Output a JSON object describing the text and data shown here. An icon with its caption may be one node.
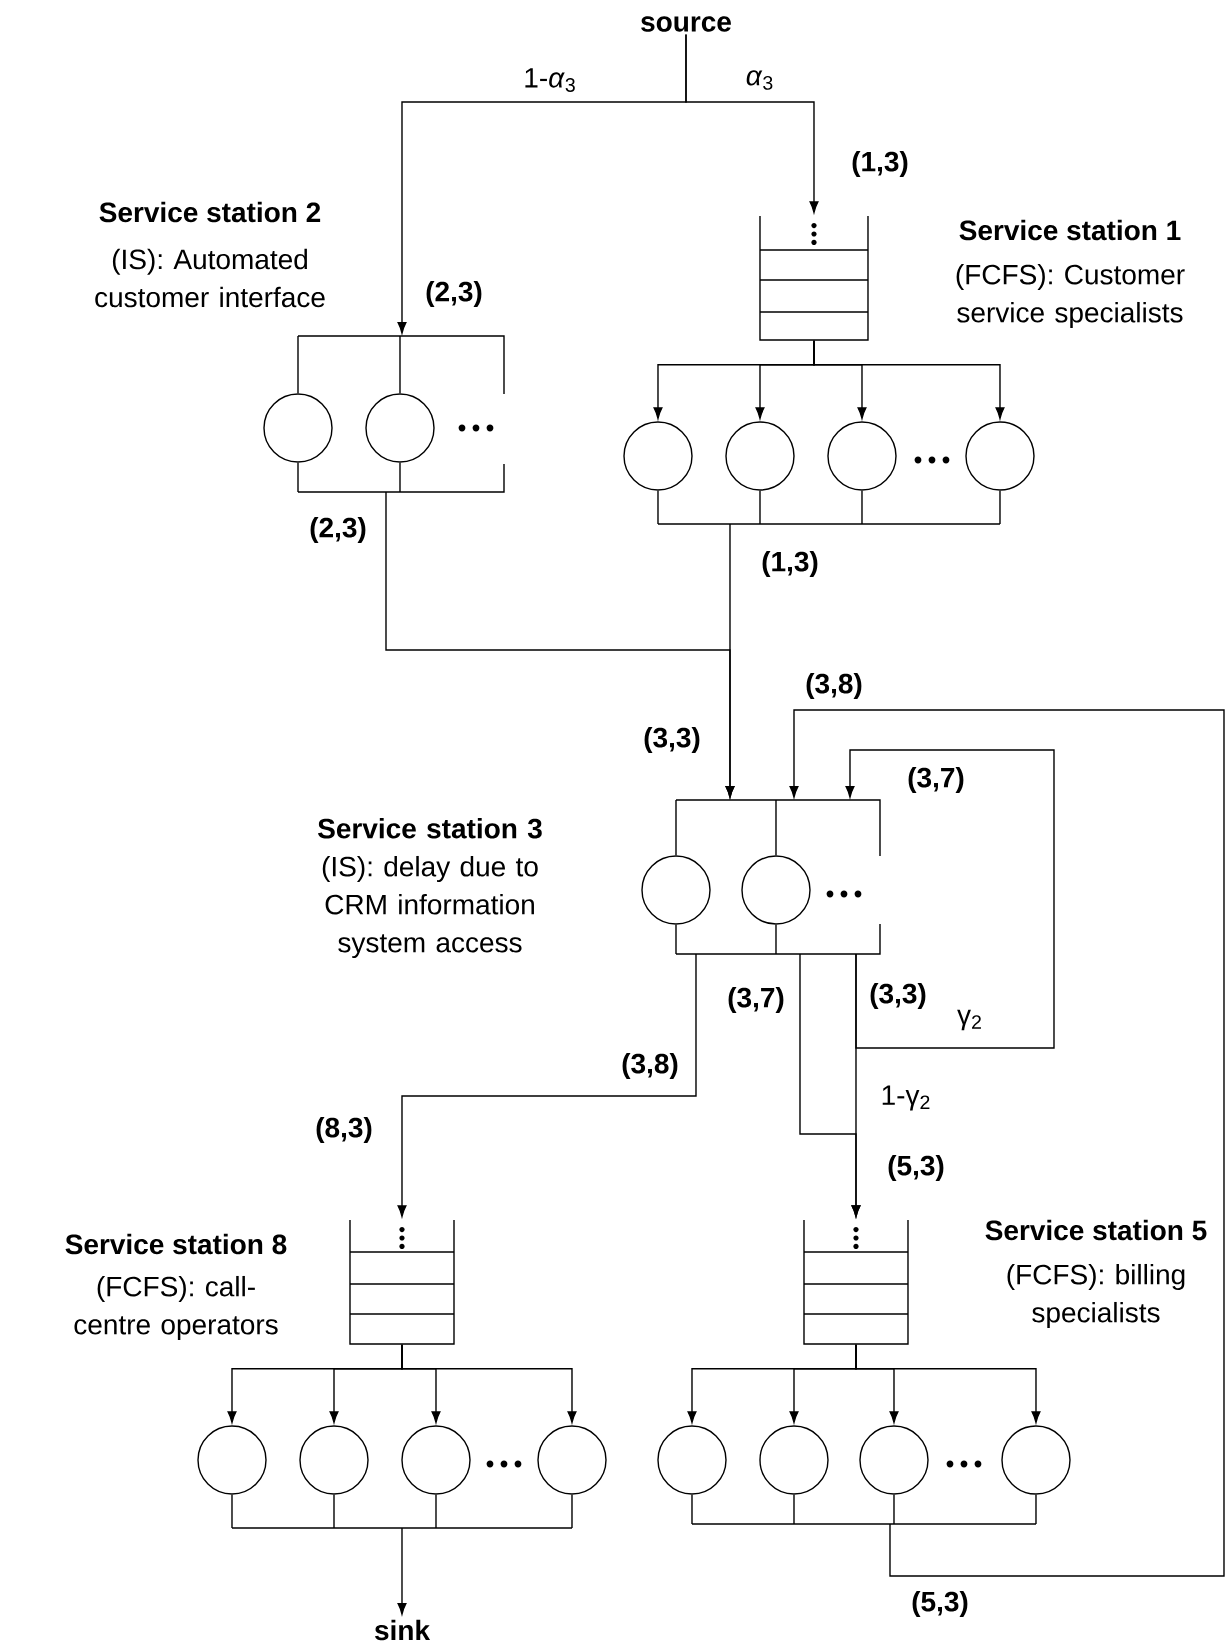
{
  "diagram": {
    "nodes": [
      {
        "text": [
          "source"
        ]
      },
      {
        "text": [
          "Service station 2",
          "(IS): Automated customer interface"
        ]
      },
      {
        "text": [],
        "shape": "bar"
      },
      {
        "text": [],
        "shape": "circle"
      },
      {
        "text": [],
        "shape": "circle"
      },
      {
        "text": [],
        "shape": "bar"
      },
      {
        "text": [
          "Service station 1",
          "(FCFS): Customer service specialists"
        ]
      },
      {
        "text": [],
        "shape": "box"
      },
      {
        "text": [],
        "shape": "circle"
      },
      {
        "text": [],
        "shape": "circle"
      },
      {
        "text": [],
        "shape": "circle"
      },
      {
        "text": [],
        "shape": "circle"
      },
      {
        "text": [],
        "shape": "bar"
      },
      {
        "text": [
          "**Service station 3** (IS): delay due to CRM information system access"
        ]
      },
      {
        "text": [],
        "shape": "bar"
      },
      {
        "text": [],
        "shape": "circle"
      },
      {
        "text": [],
        "shape": "circle"
      },
      {
        "text": [],
        "shape": "bar"
      },
      {
        "text": [
          "Service station 8",
          "(FCFS): call-centre operators"
        ]
      },
      {
        "text": [],
        "shape": "box"
      },
      {
        "text": [],
        "shape": "circle"
      },
      {
        "text": [],
        "shape": "circle"
      },
      {
        "text": [],
        "shape": "circle"
      },
      {
        "text": [],
        "shape": "circle"
      },
      {
        "text": [],
        "shape": "bar"
      },
      {
        "text": [
          "Service station 5",
          "(FCFS): billing specialists"
        ]
      },
      {
        "text": [],
        "shape": "box"
      },
      {
        "text": [],
        "shape": "circle"
      },
      {
        "text": [],
        "shape": "circle"
      },
      {
        "text": [],
        "shape": "circle"
      },
      {
        "text": [],
        "shape": "circle"
      },
      {
        "text": [],
        "shape": "bar"
      },
      {
        "text": [
          "sink"
        ]
      }
    ],
    "edges": [
      {
        "from": 0,
        "to": 2,
        "arrow": "to",
        "label": "1-*α*$_{3}$"
      },
      {
        "from": 0,
        "to": 7,
        "arrow": "to",
        "label": "*α*$_{3}$"
      },
      {
        "from": 5,
        "to": 14,
        "arrow": "to",
        "label": "(2,3)"
      },
      {
        "from": 12,
        "to": 14,
        "arrow": "to",
        "label": "(1,3)"
      },
      {
        "from": 17,
        "to": 19,
        "arrow": "to",
        "label": "(3,8)"
      },
      {
        "from": 17,
        "to": 14,
        "arrow": "to",
        "label": "γ$_{2}$"
      },
      {
        "from": 17,
        "to": 26,
        "arrow": "to",
        "label": "1-γ$_{2}$"
      },
      {
        "from": 17,
        "to": 26,
        "arrow": "to",
        "label": "(3,7)"
      },
      {
        "from": 31,
        "to": 14,
        "arrow": "to",
        "label": "(5,3)"
      },
      {
        "from": 24,
        "to": 32,
        "arrow": "to"
      },
      {
        "from": 2,
        "to": 3,
        "arrow": "none"
      },
      {
        "from": 2,
        "to": 4,
        "arrow": "none"
      },
      {
        "from": 3,
        "to": 5,
        "arrow": "none"
      },
      {
        "from": 4,
        "to": 5,
        "arrow": "none"
      },
      {
        "from": 7,
        "to": 8,
        "arrow": "to"
      },
      {
        "from": 7,
        "to": 9,
        "arrow": "to"
      },
      {
        "from": 7,
        "to": 10,
        "arrow": "to"
      },
      {
        "from": 7,
        "to": 11,
        "arrow": "to"
      },
      {
        "from": 8,
        "to": 12,
        "arrow": "none"
      },
      {
        "from": 9,
        "to": 12,
        "arrow": "none"
      },
      {
        "from": 10,
        "to": 12,
        "arrow": "none"
      },
      {
        "from": 11,
        "to": 12,
        "arrow": "none"
      },
      {
        "from": 14,
        "to": 15,
        "arrow": "none"
      },
      {
        "from": 14,
        "to": 16,
        "arrow": "none"
      },
      {
        "from": 15,
        "to": 17,
        "arrow": "none"
      },
      {
        "from": 16,
        "to": 17,
        "arrow": "none"
      },
      {
        "from": 19,
        "to": 20,
        "arrow": "to"
      },
      {
        "from": 19,
        "to": 21,
        "arrow": "to"
      },
      {
        "from": 19,
        "to": 22,
        "arrow": "to"
      },
      {
        "from": 19,
        "to": 23,
        "arrow": "to"
      },
      {
        "from": 20,
        "to": 24,
        "arrow": "none"
      },
      {
        "from": 21,
        "to": 24,
        "arrow": "none"
      },
      {
        "from": 22,
        "to": 24,
        "arrow": "none"
      },
      {
        "from": 23,
        "to": 24,
        "arrow": "none"
      },
      {
        "from": 26,
        "to": 27,
        "arrow": "to"
      },
      {
        "from": 26,
        "to": 28,
        "arrow": "to"
      },
      {
        "from": 26,
        "to": 29,
        "arrow": "to"
      },
      {
        "from": 26,
        "to": 30,
        "arrow": "to"
      },
      {
        "from": 27,
        "to": 31,
        "arrow": "none"
      },
      {
        "from": 28,
        "to": 31,
        "arrow": "none"
      },
      {
        "from": 29,
        "to": 31,
        "arrow": "none"
      },
      {
        "from": 30,
        "to": 31,
        "arrow": "none"
      }
    ],
    "labels": [
      "(1,3)",
      "(2,3)",
      "(3,8)",
      "(3,3)",
      "(3,7)",
      "(3,3)",
      "(8,3)",
      "(5,3)"
    ]
  }
}
